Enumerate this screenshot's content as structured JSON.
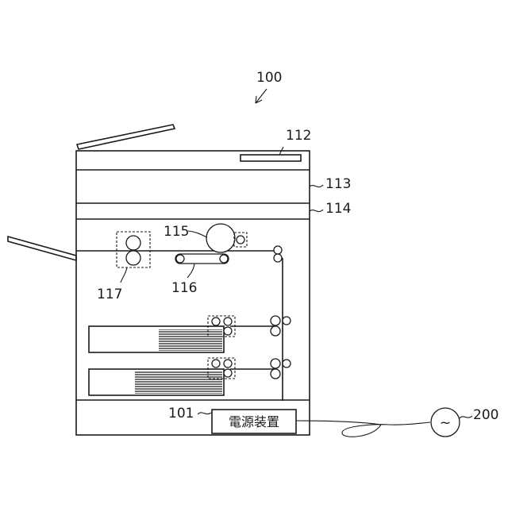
{
  "figure": {
    "refs": {
      "apparatus": "100",
      "scanner_cover": "112",
      "upper_unit": "113",
      "middle_unit": "114",
      "drum": "115",
      "belt": "116",
      "fixer": "117",
      "power_device": "101",
      "ac_source": "200"
    },
    "power_device_label": "電源装置",
    "ac_symbol": "~"
  }
}
